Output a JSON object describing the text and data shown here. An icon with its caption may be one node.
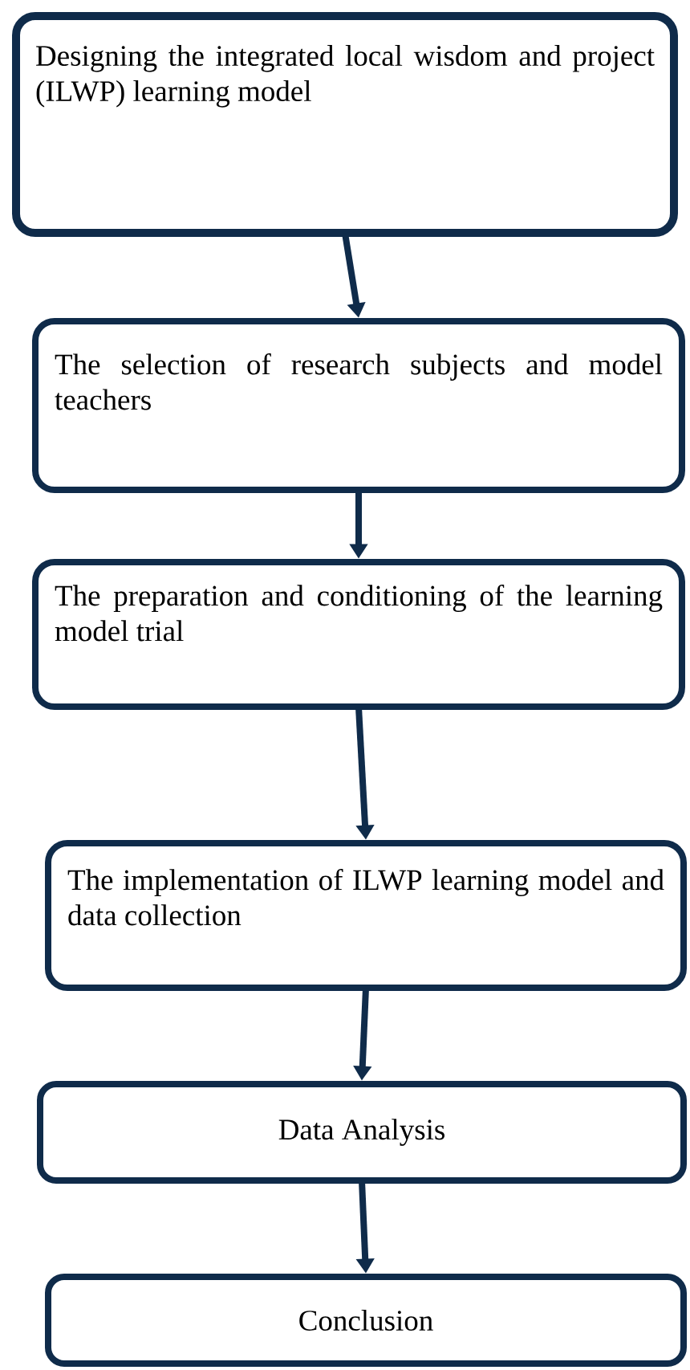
{
  "diagram": {
    "nodes": [
      {
        "text": [
          "Designing the integrated local wisdom and project (ILWP) learning model"
        ]
      },
      {
        "text": [
          "The selection of research subjects and model teachers"
        ]
      },
      {
        "text": [
          "The preparation and conditioning of the learning model trial"
        ]
      },
      {
        "text": [
          "The implementation of ILWP learning model and data collection"
        ]
      },
      {
        "text": [
          "Data Analysis"
        ]
      },
      {
        "text": [
          "Conclusion"
        ]
      }
    ],
    "edges": [
      {
        "from": 0,
        "to": 1,
        "arrow": "to"
      },
      {
        "from": 1,
        "to": 2,
        "arrow": "to"
      },
      {
        "from": 2,
        "to": 3,
        "arrow": "to"
      },
      {
        "from": 3,
        "to": 4,
        "arrow": "to"
      },
      {
        "from": 4,
        "to": 5,
        "arrow": "to"
      }
    ]
  }
}
